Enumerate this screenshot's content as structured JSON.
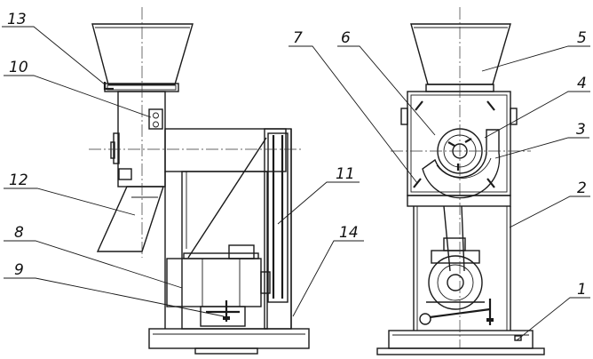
{
  "labels": {
    "n1": "1",
    "n2": "2",
    "n3": "3",
    "n4": "4",
    "n5": "5",
    "n6": "6",
    "n7": "7",
    "n8": "8",
    "n9": "9",
    "n10": "10",
    "n11": "11",
    "n12": "12",
    "n13": "13",
    "n14": "14"
  },
  "colors": {
    "line": "#1a1a1a",
    "background": "#ffffff"
  }
}
